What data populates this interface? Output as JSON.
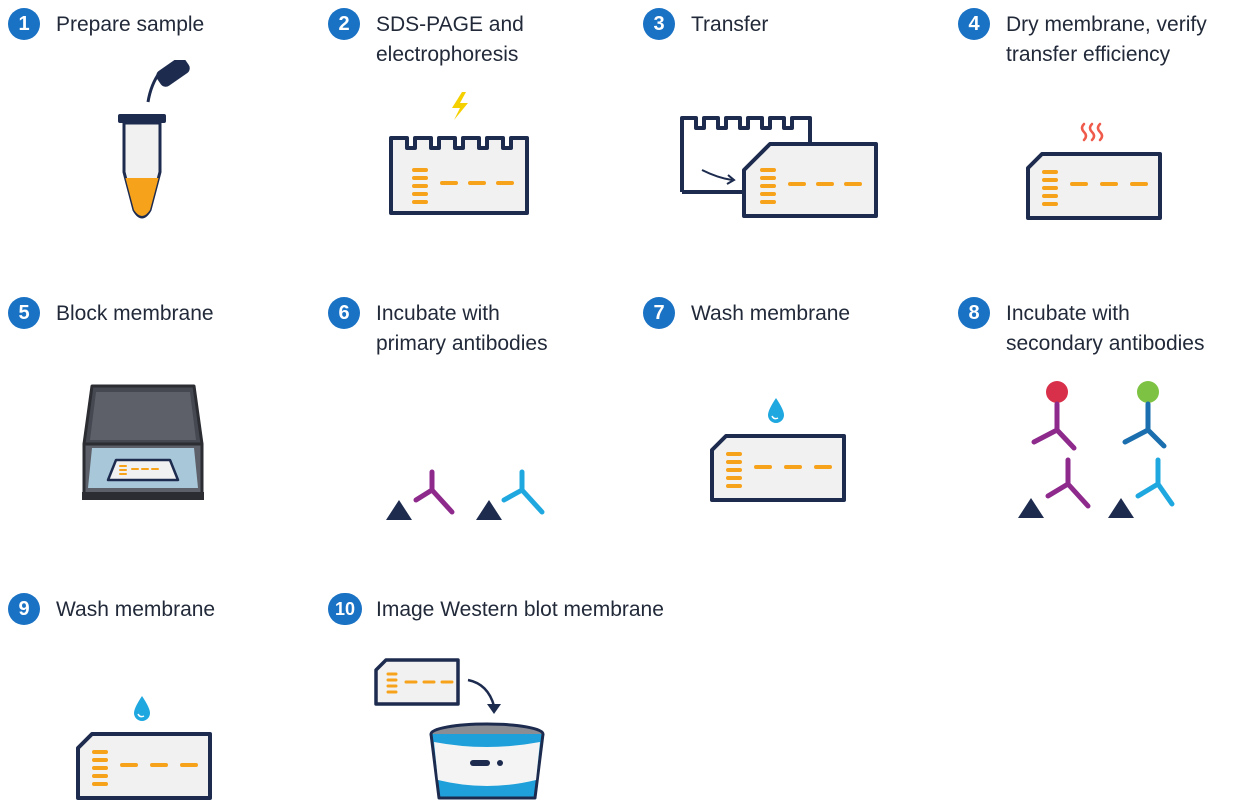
{
  "colors": {
    "badge": "#1a72c4",
    "navy": "#1d2b4f",
    "orange": "#f7a21b",
    "membrane": "#f1f1f1",
    "purple": "#8e2a8c",
    "cyan": "#1fa8e0",
    "red": "#d8304a",
    "green": "#7dc242",
    "yellow": "#f5d000",
    "heat": "#ef5a4a"
  },
  "steps": [
    {
      "number": "1",
      "line1": "Prepare sample",
      "line2": "",
      "icon": "tube-icon"
    },
    {
      "number": "2",
      "line1": "SDS-PAGE and",
      "line2": "electrophoresis",
      "icon": "gel-icon"
    },
    {
      "number": "3",
      "line1": "Transfer",
      "line2": "",
      "icon": "transfer-icon"
    },
    {
      "number": "4",
      "line1": "Dry membrane, verify",
      "line2": "transfer efficiency",
      "icon": "dry-membrane-icon"
    },
    {
      "number": "5",
      "line1": "Block membrane",
      "line2": "",
      "icon": "blocking-box-icon"
    },
    {
      "number": "6",
      "line1": "Incubate with",
      "line2": "primary antibodies",
      "icon": "primary-antibodies-icon"
    },
    {
      "number": "7",
      "line1": "Wash membrane",
      "line2": "",
      "icon": "wash-membrane-icon"
    },
    {
      "number": "8",
      "line1": "Incubate with",
      "line2": "secondary antibodies",
      "icon": "secondary-antibodies-icon"
    },
    {
      "number": "9",
      "line1": "Wash membrane",
      "line2": "",
      "icon": "wash-membrane-icon"
    },
    {
      "number": "10",
      "line1": "Image Western blot membrane",
      "line2": "",
      "icon": "imager-icon"
    }
  ]
}
